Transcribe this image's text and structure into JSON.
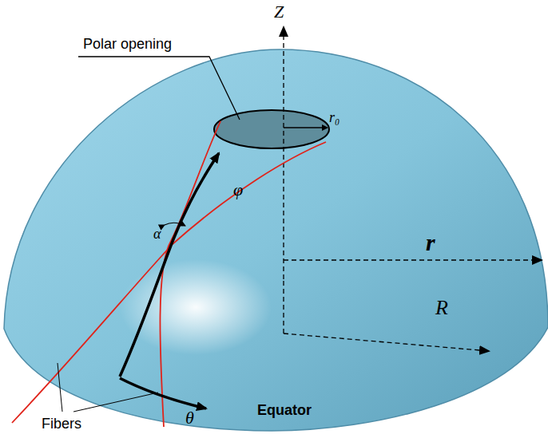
{
  "diagram": {
    "labels": [
      "Z",
      "Polar opening",
      "r₀",
      "φ",
      "α",
      "r",
      "R",
      "Equator",
      "θ",
      "Fibers"
    ]
  }
}
